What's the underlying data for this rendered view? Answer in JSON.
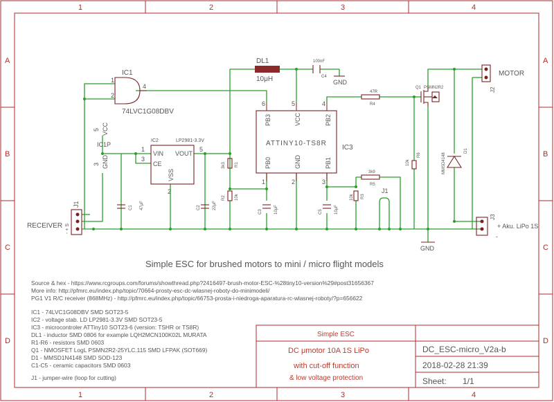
{
  "columns": [
    "1",
    "2",
    "3",
    "4"
  ],
  "rows": [
    "A",
    "B",
    "C",
    "D"
  ],
  "components": {
    "ic1_name": "IC1",
    "ic1_value": "74LVC1G08DBV",
    "ic1_pin1": "1",
    "ic1_pin2": "2",
    "ic1_pin4": "4",
    "ic1p_name": "IC1P",
    "ic1p_vcc": "VCC",
    "ic1p_gnd": "GND",
    "ic1p_pin5": "5",
    "ic1p_pin3": "3",
    "ic2_name": "IC2",
    "ic2_value": "LP2981-3.3V",
    "ic2_vin": "VIN",
    "ic2_vout": "VOUT",
    "ic2_ce": "CE",
    "ic2_vss": "VSS",
    "ic2_pin1": "1",
    "ic2_pin3": "3",
    "ic2_pin5": "5",
    "ic2_pin2": "2",
    "dl1_name": "DL1",
    "dl1_value": "10μH",
    "c4_name": "C4",
    "c4_value": "100nF",
    "gnd_label": "GND",
    "ic3_name": "IC3",
    "ic3_value": "ATTINY10-TS8R",
    "ic3_pb3": "PB3",
    "ic3_vcc": "VCC",
    "ic3_pb2": "PB2",
    "ic3_pb0": "PB0",
    "ic3_gnd": "GND",
    "ic3_pb1": "PB1",
    "ic3_pin6": "6",
    "ic3_pin5": "5",
    "ic3_pin4": "4",
    "ic3_pin1": "1",
    "ic3_pin2": "2",
    "ic3_pin3": "3",
    "r1_name": "R1",
    "r1_value": "3k3",
    "r2_name": "R2",
    "r2_value": "10k",
    "r3_name": "R3",
    "r3_value": "10k",
    "r4_name": "R4",
    "r4_value": "47R",
    "r5_name": "R5",
    "r5_value": "3k9",
    "r6_name": "R6",
    "r6_value": "10k",
    "c1_name": "C1",
    "c1_value": "47μF",
    "c2_name": "C2",
    "c2_value": "22μF",
    "c3_name": "C3",
    "c3_value": "10μF",
    "c5_name": "C5",
    "c5_value": "10μF",
    "q1_name": "Q1",
    "q1_value": "PSMN2R2",
    "d1_name": "D1",
    "d1_value": "MMSD4148",
    "j1_name": "J1",
    "j1_jumper": "J1",
    "j2_name": "J2",
    "j3_name": "J3",
    "motor_label": "MOTOR",
    "receiver_label": "RECEIVER",
    "receiver_pins": "- + S",
    "battery_label": "+ Aku. LiPo 1S",
    "battery_minus": "-",
    "gnd_symbol": "GND"
  },
  "title": "Simple ESC for brushed motors to mini / micro flight models",
  "source_lines": [
    "Source & hex - https://www.rcgroups.com/forums/showthread.php?2416497-brush-motor-ESC-%28tiny10-version%29#post31656367",
    "More info: http://pfmrc.eu/index.php/topic/70664-prosty-esc-dc-wlasnej-roboty-do-minimodeli/",
    "PG1 V1 R/C receiver (868MHz) - http://pfmrc.eu/index.php/topic/66753-prosta-i-niedroga-aparatura-rc-wlasnej-roboty/?p=656622"
  ],
  "bom_lines": [
    "IC1 - 74LVC1G08DBV SMD SOT23-5",
    "IC2 - voltage stab. LD  LP2981-3.3V SMD SOT23-5",
    "IC3 - microcontroler ATTiny10 SOT23-6 (version: TSHR or TS8R)",
    "DL1 - inductor SMD 0806 for example LQH2MCN100K02L MURATA",
    "R1-R6 - resistors SMD 0603",
    "Q1 - NMOSFET LogL PSMN2R2-25YLC.115 SMD LFPAK (SOT669)",
    "D1 - MMSD1N4148 SMD SOD-123",
    "C1-C5 - ceramic capacitors SMD 0603"
  ],
  "jumper_note": "J1 - jumper-wire (loop for cutting)",
  "titleblock": {
    "name": "Simple ESC",
    "line1": "DC  μmotor 10A 1S LiPo",
    "line2": "with cut-off function",
    "line3": "& low voltage protection",
    "drawing": "DC_ESC-micro_V2a-b",
    "date": "2018-02-28 21:39",
    "sheet_label": "Sheet:",
    "sheet_value": "1/1"
  },
  "colors": {
    "frame": "#b22a2a",
    "wire": "#2a9d2a",
    "part": "#7a1f1f",
    "text": "#555555"
  }
}
